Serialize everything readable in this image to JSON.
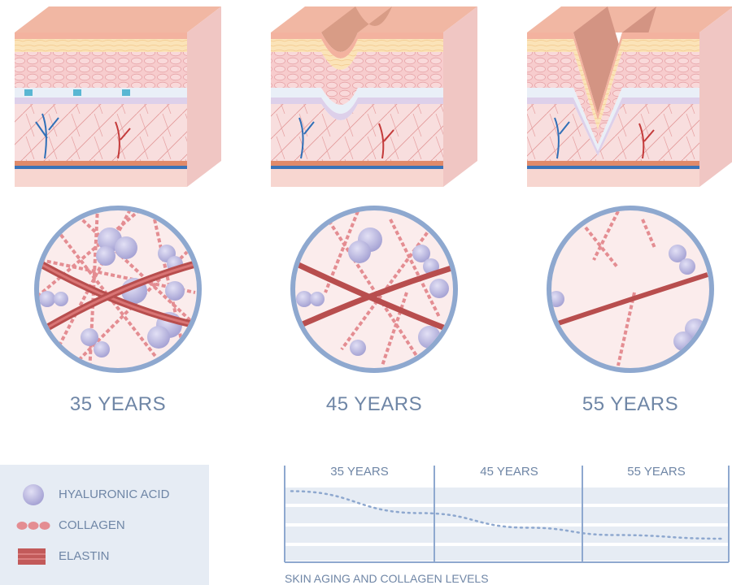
{
  "panels": [
    {
      "age_label": "35 YEARS",
      "wrinkle_depth": 0.0
    },
    {
      "age_label": "45 YEARS",
      "wrinkle_depth": 0.5
    },
    {
      "age_label": "55 YEARS",
      "wrinkle_depth": 1.0
    }
  ],
  "legend": {
    "hyaluronic_acid": "HYALURONIC ACID",
    "collagen": "COLLAGEN",
    "elastin": "ELASTIN"
  },
  "chart": {
    "columns": [
      "35 YEARS",
      "45 YEARS",
      "55 YEARS"
    ],
    "caption": "SKIN AGING AND COLLAGEN LEVELS"
  },
  "colors": {
    "label_blue": "#6f86a6",
    "hyaluronic": "#a9a6d6",
    "collagen": "#e0858a",
    "elastin": "#c25a5a",
    "skin_surface": "#f0b8a4",
    "circle_border": "#8ea8cf"
  },
  "chart_data": {
    "type": "line",
    "categories": [
      "35 YEARS",
      "45 YEARS",
      "55 YEARS"
    ],
    "series": [
      {
        "values": [
          0.95,
          0.65,
          0.45,
          0.35,
          0.3
        ]
      }
    ],
    "x": [
      0,
      0.3,
      0.55,
      0.75,
      1.0
    ],
    "title": "SKIN AGING AND COLLAGEN LEVELS",
    "grid": true,
    "line_style": "dotted"
  }
}
